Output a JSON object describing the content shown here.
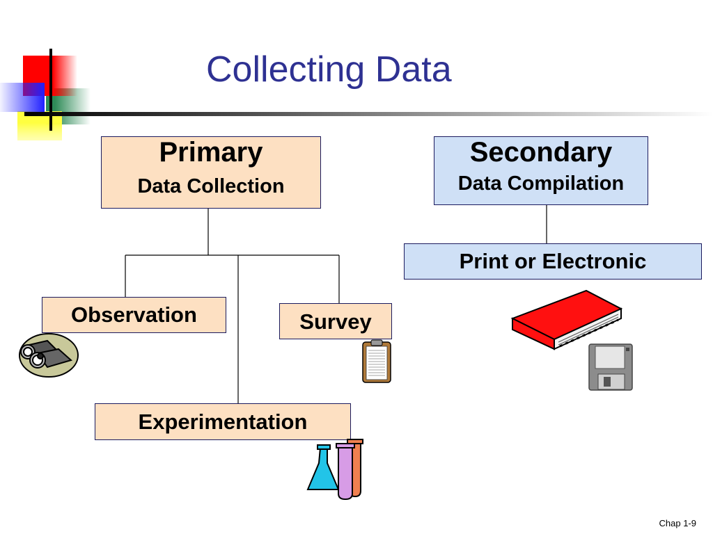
{
  "slide": {
    "title": "Collecting Data",
    "footer": "Chap 1-9"
  },
  "primary": {
    "heading": "Primary",
    "subheading": "Data Collection",
    "children": [
      "Observation",
      "Survey",
      "Experimentation"
    ]
  },
  "secondary": {
    "heading": "Secondary",
    "subheading": "Data Compilation",
    "child": "Print or Electronic"
  },
  "colors": {
    "title": "#2e3192",
    "peach_box": "#fde0c2",
    "blue_box": "#cfe0f6",
    "border": "#1a1a5e"
  },
  "icons": {
    "observation": "binoculars-icon",
    "survey": "clipboard-icon",
    "experimentation": "lab-flask-icon",
    "print": "book-icon",
    "electronic": "floppy-disk-icon"
  }
}
